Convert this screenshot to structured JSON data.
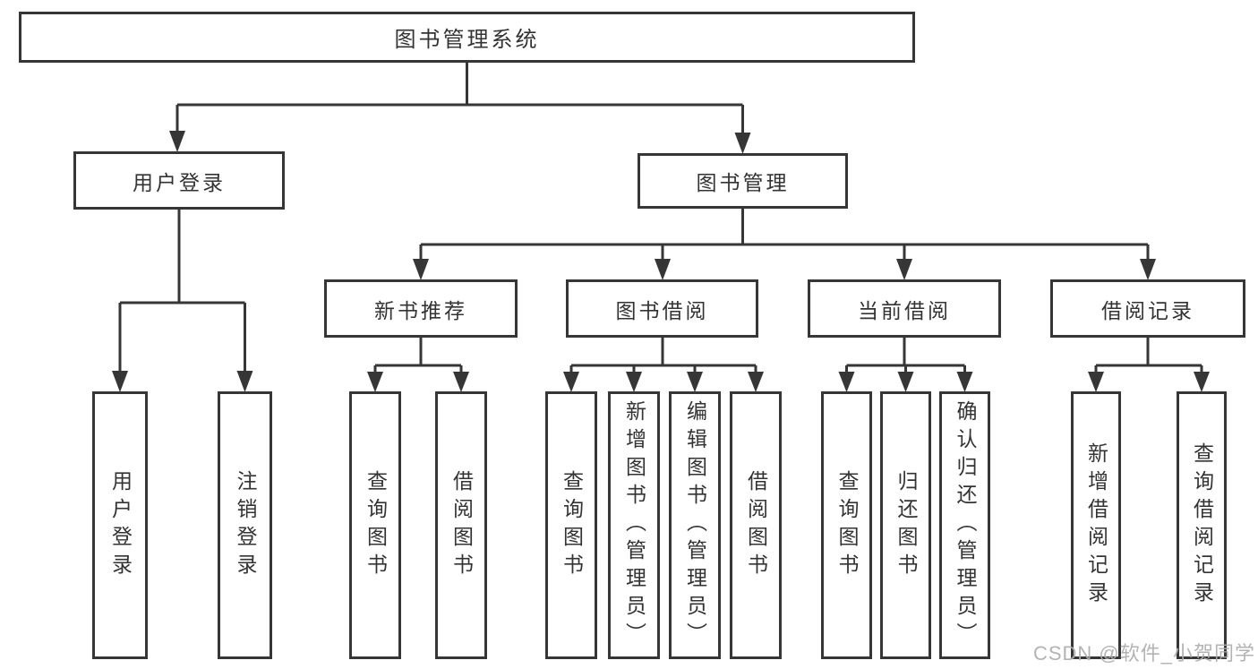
{
  "tree": {
    "root": "图书管理系统",
    "branches": [
      {
        "label": "用户登录",
        "children": [
          {
            "label": "用户登录"
          },
          {
            "label": "注销登录"
          }
        ]
      },
      {
        "label": "图书管理",
        "children": [
          {
            "label": "新书推荐",
            "children": [
              {
                "label": "查询图书"
              },
              {
                "label": "借阅图书"
              }
            ]
          },
          {
            "label": "图书借阅",
            "children": [
              {
                "label": "查询图书"
              },
              {
                "label": "新增图书（管理员）"
              },
              {
                "label": "编辑图书（管理员）"
              },
              {
                "label": "借阅图书"
              }
            ]
          },
          {
            "label": "当前借阅",
            "children": [
              {
                "label": "查询图书"
              },
              {
                "label": "归还图书"
              },
              {
                "label": "确认归还（管理员）"
              }
            ]
          },
          {
            "label": "借阅记录",
            "children": [
              {
                "label": "新增借阅记录"
              },
              {
                "label": "查询借阅记录"
              }
            ]
          }
        ]
      }
    ]
  },
  "watermark": "CSDN @软件_小贺同学",
  "colors": {
    "line": "#363636",
    "text": "#333333",
    "watermark": "#acacac",
    "background": "#ffffff"
  }
}
